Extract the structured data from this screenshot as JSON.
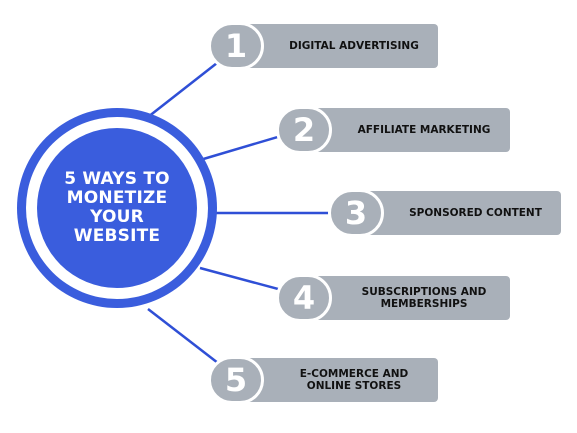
{
  "hub": {
    "title": "5 WAYS TO\nMONETIZE\nYOUR\nWEBSITE"
  },
  "items": [
    {
      "number": "1",
      "label": "DIGITAL ADVERTISING"
    },
    {
      "number": "2",
      "label": "AFFILIATE MARKETING"
    },
    {
      "number": "3",
      "label": "SPONSORED CONTENT"
    },
    {
      "number": "4",
      "label": "SUBSCRIPTIONS AND\nMEMBERSHIPS"
    },
    {
      "number": "5",
      "label": "E-COMMERCE AND\nONLINE STORES"
    }
  ],
  "colors": {
    "hub_blue": "#3a5ddd",
    "bar_gray": "#a9b0b9",
    "connector_blue": "#2f4fd6"
  }
}
